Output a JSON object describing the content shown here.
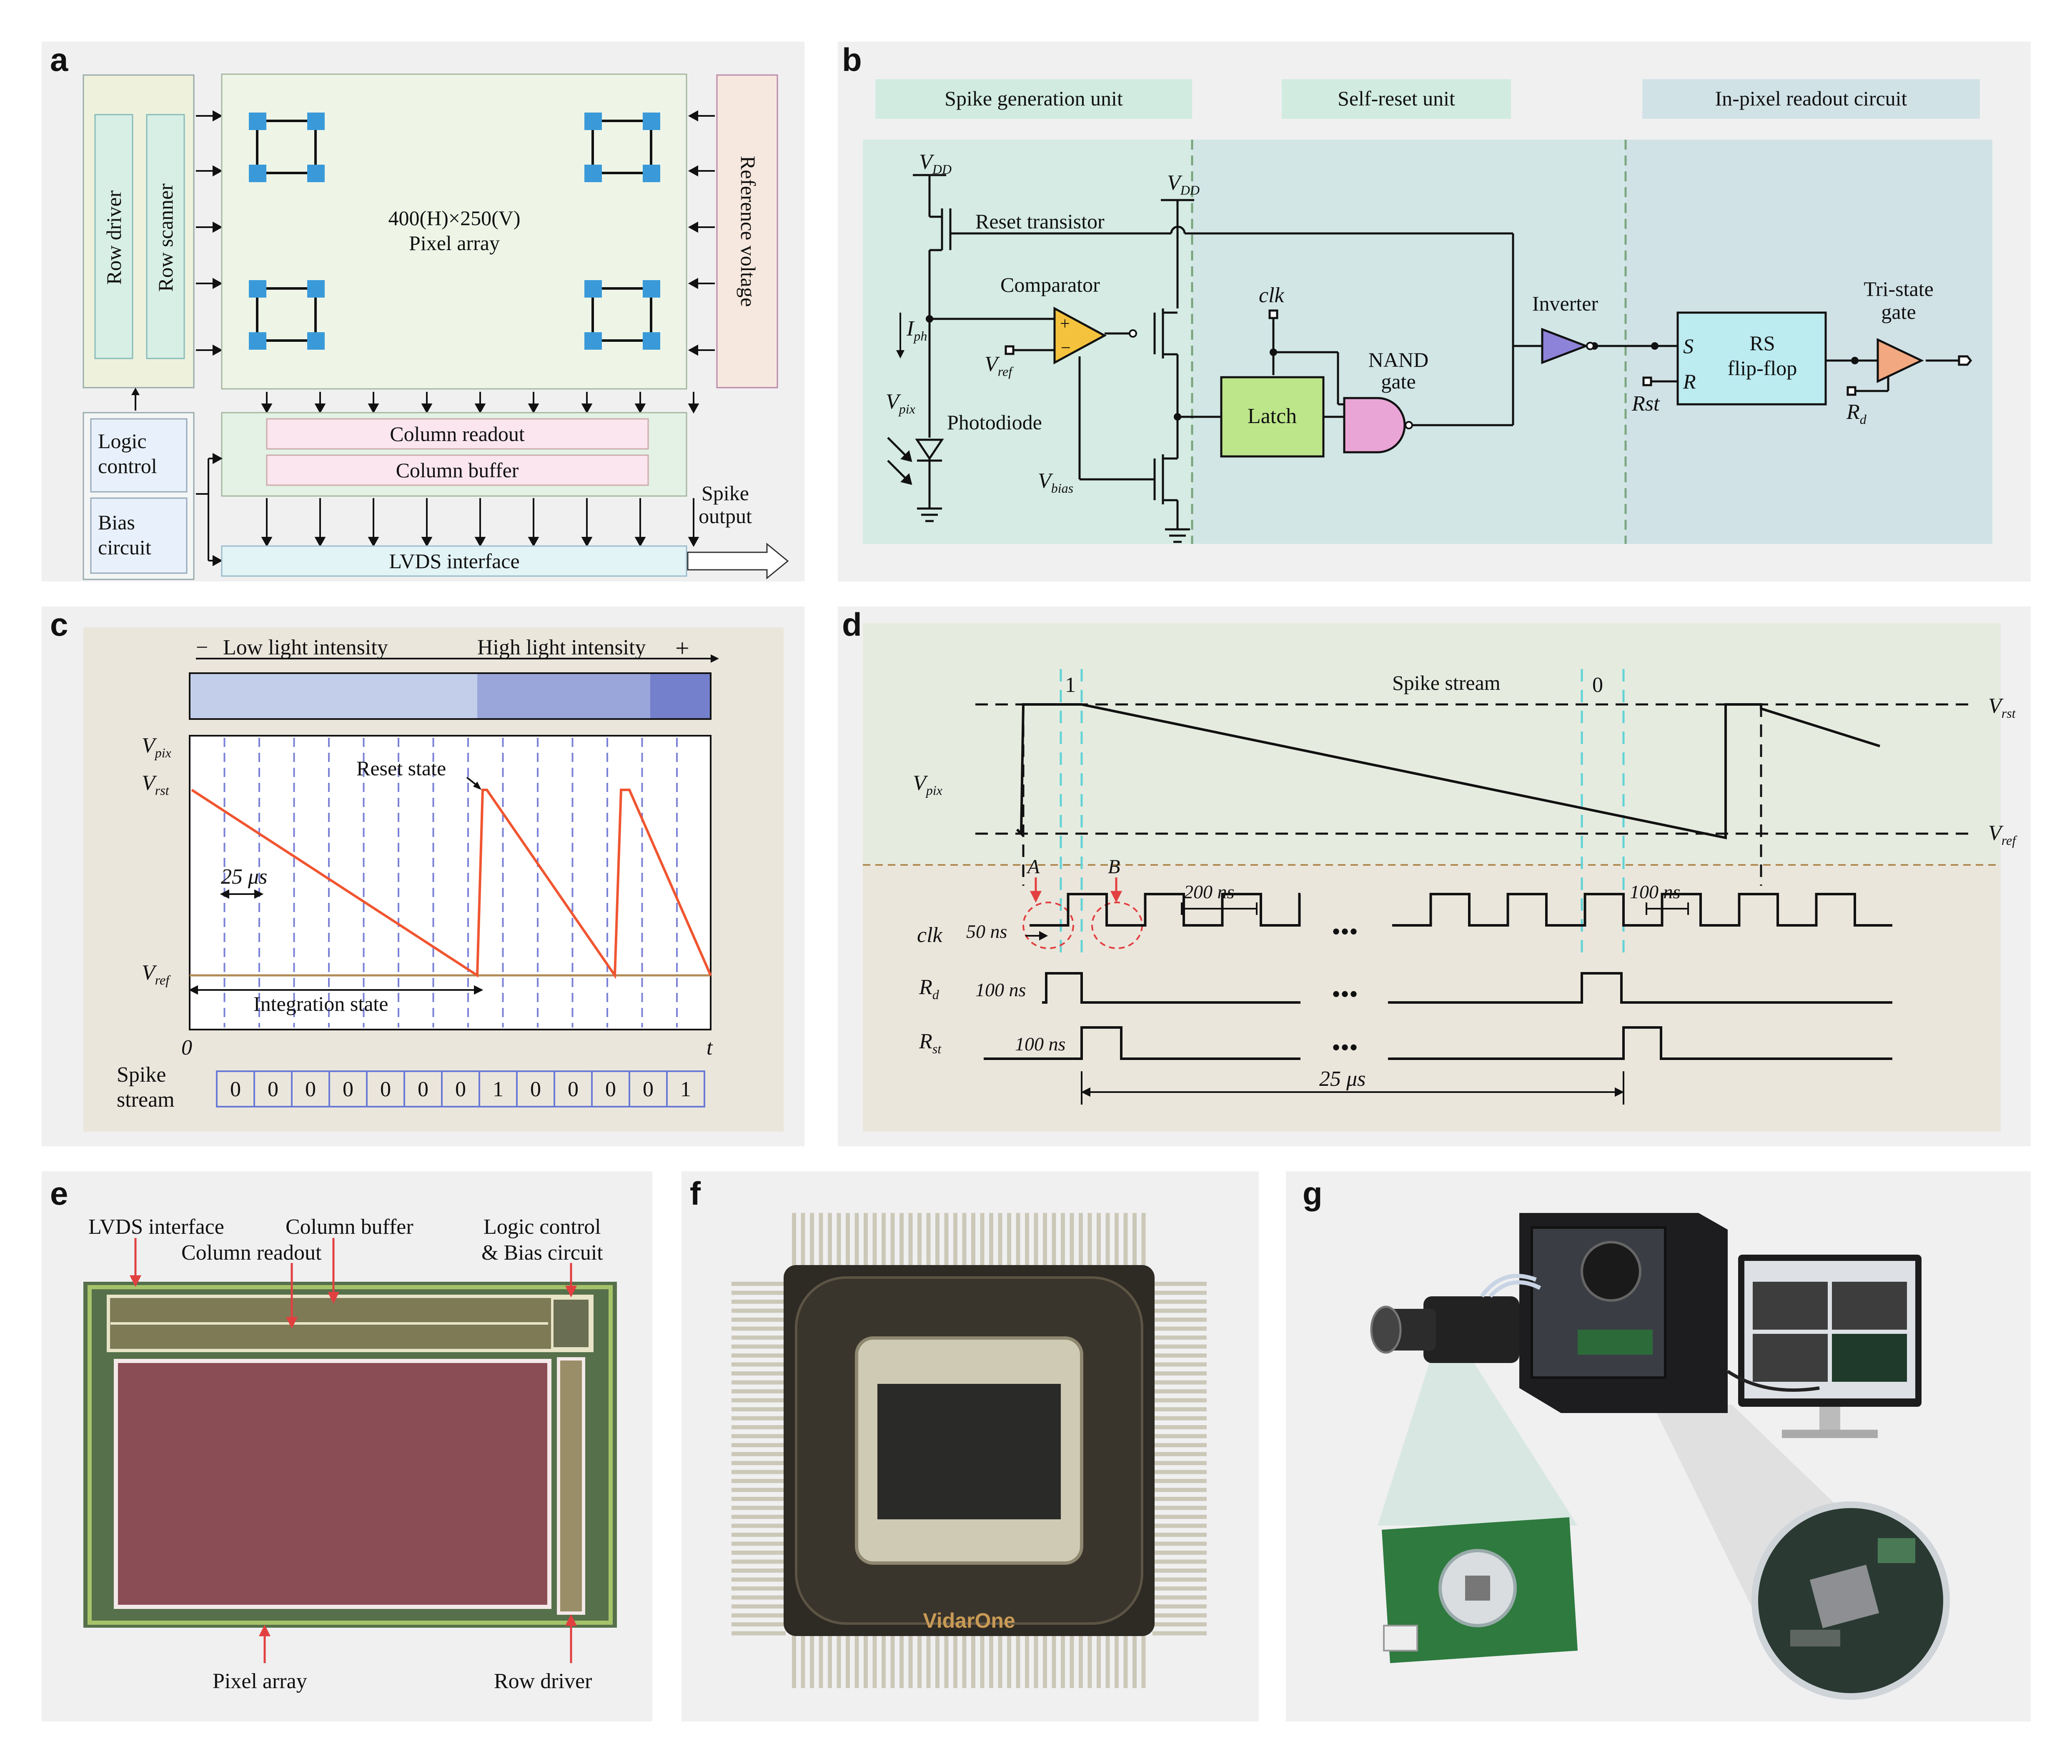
{
  "colors": {
    "panel_bg": "#f0f0f1",
    "pixel_blue": "#3a9ad9",
    "green_bg": "#d5ebe3",
    "teal_bg": "#d2e6e6",
    "readout_bg": "#d1e2e7",
    "comp_yellow": "#f4c23d",
    "latch_green": "#bde68a",
    "nand_pink": "#e9a5d6",
    "inverter_purple": "#8d83d8",
    "rs_cyan": "#bcebf0",
    "tristate_orange": "#f2a880",
    "ramp_red": "#f05530",
    "grid_blue": "#7b82d6",
    "cyan_dash": "#61d3d6",
    "vref_line": "#b08a55"
  },
  "panel_a": {
    "letter": "a",
    "row_driver": "Row driver",
    "row_scanner": "Row scanner",
    "pixel_array_line1": "400(H)×250(V)",
    "pixel_array_line2": "Pixel array",
    "reference_voltage": "Reference voltage",
    "logic_control_line1": "Logic",
    "logic_control_line2": "control",
    "bias_circuit_line1": "Bias",
    "bias_circuit_line2": "circuit",
    "column_readout": "Column readout",
    "column_buffer": "Column buffer",
    "lvds_interface": "LVDS interface",
    "spike_output_line1": "Spike",
    "spike_output_line2": "output"
  },
  "panel_b": {
    "letter": "b",
    "section_spike_gen": "Spike generation unit",
    "section_self_reset": "Self-reset unit",
    "section_readout": "In-pixel readout circuit",
    "vdd_1_main": "V",
    "vdd_1_sub": "DD",
    "vdd_2_main": "V",
    "vdd_2_sub": "DD",
    "reset_transistor": "Reset transistor",
    "comparator": "Comparator",
    "iph_main": "I",
    "iph_sub": "ph",
    "vref_main": "V",
    "vref_sub": "ref",
    "vpix_main": "V",
    "vpix_sub": "pix",
    "photodiode": "Photodiode",
    "vbias_main": "V",
    "vbias_sub": "bias",
    "clk": "clk",
    "latch": "Latch",
    "nand_line1": "NAND",
    "nand_line2": "gate",
    "inverter": "Inverter",
    "s": "S",
    "r": "R",
    "rst": "Rst",
    "rs_line1": "RS",
    "rs_line2": "flip-flop",
    "tristate_line1": "Tri-state",
    "tristate_line2": "gate",
    "rd_main": "R",
    "rd_sub": "d",
    "comp_plus": "+",
    "comp_minus": "−"
  },
  "panel_c": {
    "letter": "c",
    "minus_sign": "−",
    "low_light": "Low light intensity",
    "high_light": "High light intensity",
    "plus_sign": "+",
    "vpix_main": "V",
    "vpix_sub": "pix",
    "vrst_main": "V",
    "vrst_sub": "rst",
    "vref_main": "V",
    "vref_sub": "ref",
    "reset_state": "Reset state",
    "interval": "25 μs",
    "integration_state": "Integration state",
    "origin": "0",
    "t_axis": "t",
    "spike_stream_line1": "Spike",
    "spike_stream_line2": "stream",
    "spike_bits": [
      "0",
      "0",
      "0",
      "0",
      "0",
      "0",
      "0",
      "1",
      "0",
      "0",
      "0",
      "0",
      "1"
    ]
  },
  "panel_d": {
    "letter": "d",
    "spike_stream": "Spike stream",
    "spike_one": "1",
    "spike_zero": "0",
    "vrst_main": "V",
    "vrst_sub": "rst",
    "vpix_main": "V",
    "vpix_sub": "pix",
    "vref_main": "V",
    "vref_sub": "ref",
    "marker_a": "A",
    "marker_b": "B",
    "t_200ns": "200 ns",
    "t_100ns_a": "100 ns",
    "clk": "clk",
    "t_50ns": "50 ns",
    "rd_main": "R",
    "rd_sub": "d",
    "t_100ns_rd": "100 ns",
    "rst_main": "R",
    "rst_sub": "st",
    "t_100ns_rst": "100 ns",
    "t_25us": "25 μs",
    "ellipsis": "•••"
  },
  "panel_e": {
    "letter": "e",
    "lvds_interface": "LVDS interface",
    "column_buffer": "Column buffer",
    "logic_control_line1": "Logic control",
    "logic_control_line2": "& Bias circuit",
    "column_readout": "Column readout",
    "pixel_array": "Pixel array",
    "row_driver": "Row driver"
  },
  "panel_f": {
    "letter": "f",
    "chip_brand": "VidarOne"
  },
  "panel_g": {
    "letter": "g"
  }
}
